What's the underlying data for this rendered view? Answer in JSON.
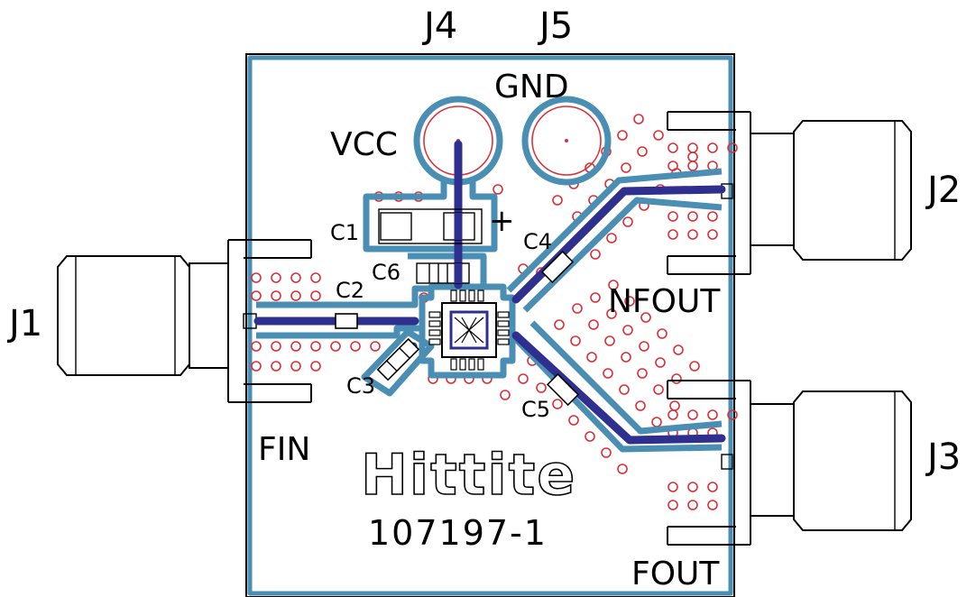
{
  "board": {
    "part_number": "107197-1",
    "logo_text": "Hittite"
  },
  "connectors": {
    "j1": "J1",
    "j2": "J2",
    "j3": "J3",
    "j4": "J4",
    "j5": "J5"
  },
  "net_labels": {
    "vcc": "VCC",
    "gnd": "GND",
    "fin": "FIN",
    "nfout": "NFOUT",
    "fout": "FOUT"
  },
  "components": {
    "c1": "C1",
    "c2": "C2",
    "c3": "C3",
    "c4": "C4",
    "c5": "C5",
    "c6": "C6",
    "polarity_mark": "+"
  },
  "colors": {
    "ground_pour": "#4a8eb3",
    "signal_trace": "#2e2f8e",
    "via": "#d9303a",
    "silkscreen": "#000000"
  }
}
